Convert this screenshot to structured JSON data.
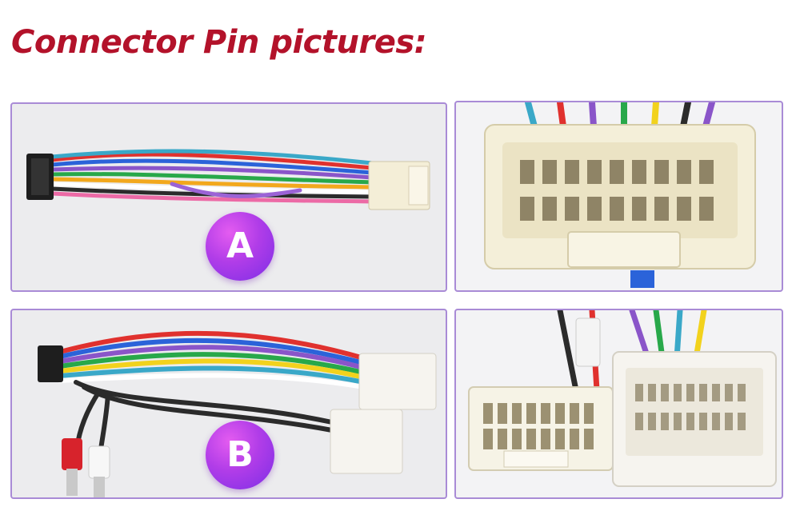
{
  "title": "Connector Pin pictures:",
  "panels": {
    "a": {
      "badge": "A"
    },
    "b": {
      "badge": "B"
    }
  }
}
